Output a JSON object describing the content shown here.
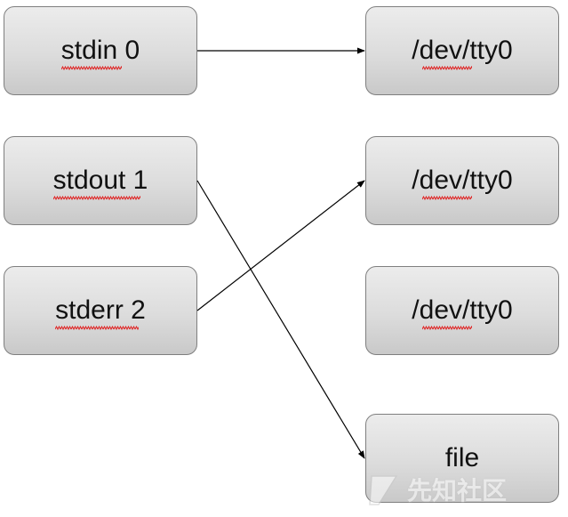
{
  "nodes": {
    "stdin": "stdin 0",
    "stdout": "stdout 1",
    "stderr": "stderr 2",
    "tty_a": "/dev/tty0",
    "tty_b": "/dev/tty0",
    "tty_c": "/dev/tty0",
    "file": "file"
  },
  "edges": [
    {
      "from": "stdin 0",
      "to": "/dev/tty0 (1)"
    },
    {
      "from": "stdout 1",
      "to": "file"
    },
    {
      "from": "stderr 2",
      "to": "/dev/tty0 (2)"
    }
  ],
  "watermark": {
    "text": "先知社区"
  },
  "colors": {
    "box_border": "#7f7f7f",
    "box_fill_top": "#ececec",
    "box_fill_bottom": "#c9c9c9",
    "arrow": "#000000",
    "spellcheck": "#e02020"
  }
}
